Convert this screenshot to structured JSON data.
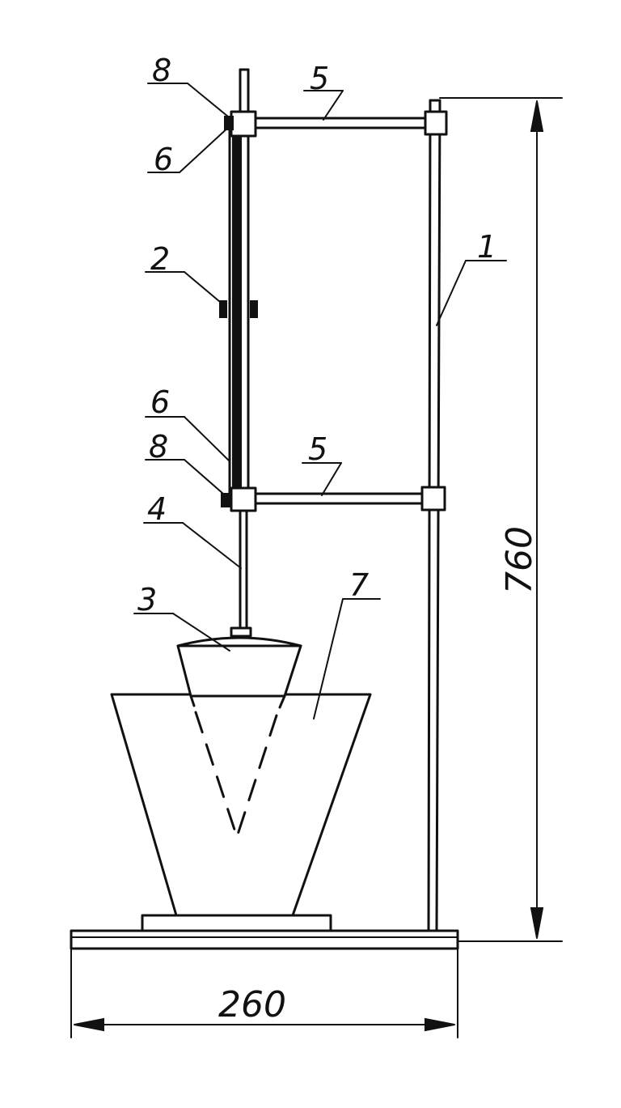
{
  "labels": {
    "l1": "1",
    "l2": "2",
    "l3": "3",
    "l4": "4",
    "l5_top": "5",
    "l5_bottom": "5",
    "l6_top": "6",
    "l6_bottom": "6",
    "l7": "7",
    "l8_top": "8",
    "l8_bottom": "8"
  },
  "dimensions": {
    "height": "760",
    "width": "260"
  }
}
